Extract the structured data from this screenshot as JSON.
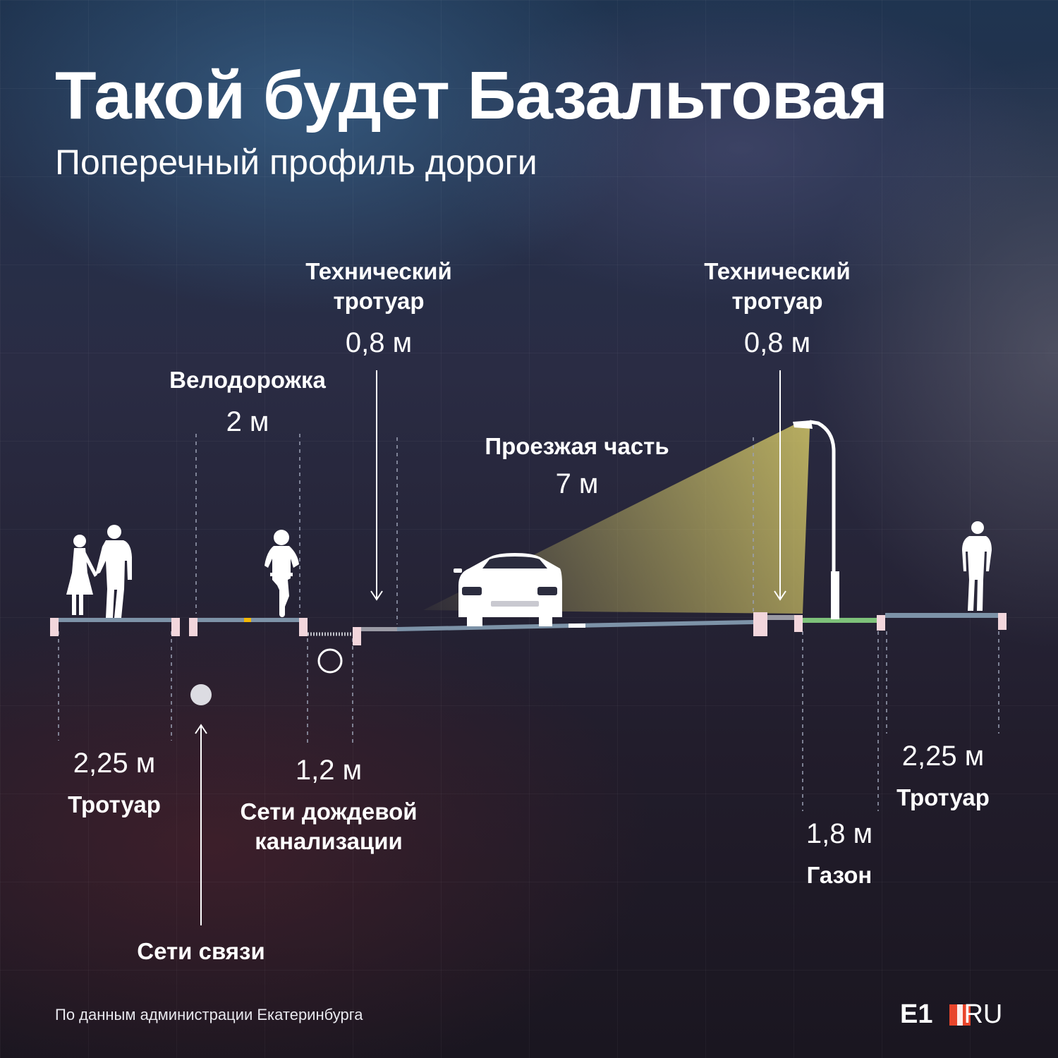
{
  "title": "Такой будет Базальтовая",
  "subtitle": "Поперечный профиль дороги",
  "top_labels": {
    "tech_left_name": "Технический\nтротуар",
    "tech_left_width": "0,8 м",
    "tech_right_name": "Технический\nтротуар",
    "tech_right_width": "0,8 м",
    "bike_name": "Велодорожка",
    "bike_width": "2 м",
    "road_name": "Проезжая часть",
    "road_width": "7 м"
  },
  "bottom_labels": {
    "sidewalk_left_width": "2,25 м",
    "sidewalk_left_name": "Тротуар",
    "storm_width": "1,2 м",
    "storm_name": "Сети дождевой\nканализации",
    "comm_name": "Сети связи",
    "lawn_width": "1,8 м",
    "lawn_name": "Газон",
    "sidewalk_right_width": "2,25 м",
    "sidewalk_right_name": "Тротуар"
  },
  "source": "По данным администрации Екатеринбурга",
  "logo": {
    "left": "E1",
    "right": "RU"
  },
  "colors": {
    "sidewalk": "#7d93a8",
    "bike_lane": "#7d93a8",
    "bike_marker": "#f2b705",
    "tech_sidewalk": "#9a9aa4",
    "road": "#7d93a8",
    "lawn": "#7ec27a",
    "curb": "#f2d6dc",
    "logo_accent": "#e8452b",
    "street_light": "#d8cf6a"
  },
  "icons": [
    "couple-icon",
    "cyclist-icon",
    "car-icon",
    "street-lamp-icon",
    "pedestrian-icon"
  ]
}
